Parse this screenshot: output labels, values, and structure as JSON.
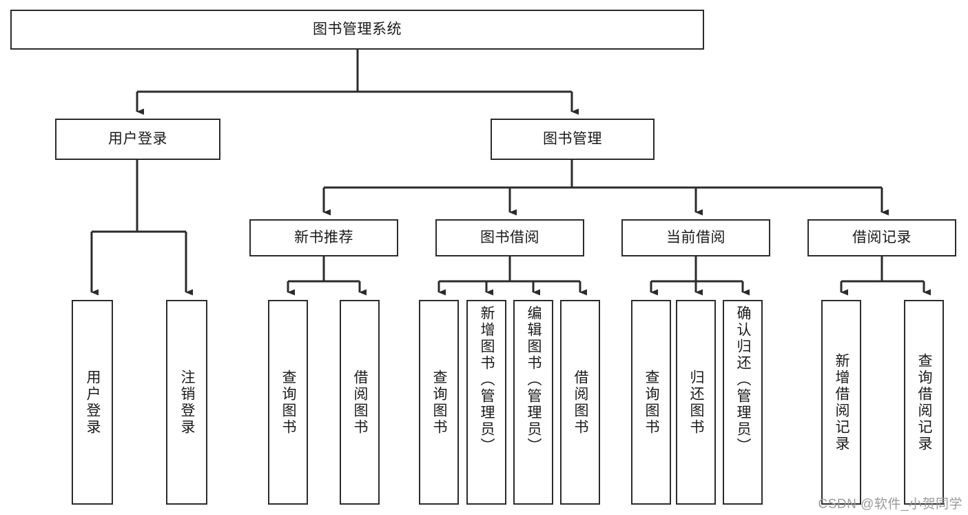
{
  "diagram": {
    "type": "tree-hierarchy",
    "title": "图书管理系统",
    "watermark": "CSDN @软件_小贺同学",
    "colors": {
      "box_border": "#2b2b2b",
      "box_fill": "#ffffff",
      "connector": "#2b2b2b",
      "text": "#1a1a1a",
      "watermark": "#9a9a9a"
    },
    "root": {
      "id": "root",
      "label": "图书管理系统",
      "orientation": "horizontal"
    },
    "level1": [
      {
        "id": "user-login",
        "label": "用户登录",
        "orientation": "horizontal"
      },
      {
        "id": "book-management",
        "label": "图书管理",
        "orientation": "horizontal"
      }
    ],
    "level2": [
      {
        "id": "new-book-recommend",
        "label": "新书推荐",
        "orientation": "horizontal",
        "parent": "book-management"
      },
      {
        "id": "book-borrow",
        "label": "图书借阅",
        "orientation": "horizontal",
        "parent": "book-management"
      },
      {
        "id": "current-borrow",
        "label": "当前借阅",
        "orientation": "horizontal",
        "parent": "book-management"
      },
      {
        "id": "borrow-record",
        "label": "借阅记录",
        "orientation": "horizontal",
        "parent": "book-management"
      }
    ],
    "leaves": [
      {
        "id": "leaf-user-login",
        "label": "用户登录",
        "orientation": "vertical",
        "parent": "user-login"
      },
      {
        "id": "leaf-logout-login",
        "label": "注销登录",
        "orientation": "vertical",
        "parent": "user-login"
      },
      {
        "id": "leaf-query-book-1",
        "label": "查询图书",
        "orientation": "vertical",
        "parent": "new-book-recommend"
      },
      {
        "id": "leaf-borrow-book-1",
        "label": "借阅图书",
        "orientation": "vertical",
        "parent": "new-book-recommend"
      },
      {
        "id": "leaf-query-book-2",
        "label": "查询图书",
        "orientation": "vertical",
        "parent": "book-borrow"
      },
      {
        "id": "leaf-add-book",
        "label": "新增图书（管理员）",
        "orientation": "vertical",
        "parent": "book-borrow"
      },
      {
        "id": "leaf-edit-book",
        "label": "编辑图书（管理员）",
        "orientation": "vertical",
        "parent": "book-borrow"
      },
      {
        "id": "leaf-borrow-book-2",
        "label": "借阅图书",
        "orientation": "vertical",
        "parent": "book-borrow"
      },
      {
        "id": "leaf-query-book-3",
        "label": "查询图书",
        "orientation": "vertical",
        "parent": "current-borrow"
      },
      {
        "id": "leaf-return-book",
        "label": "归还图书",
        "orientation": "vertical",
        "parent": "current-borrow"
      },
      {
        "id": "leaf-confirm-return",
        "label": "确认归还（管理员）",
        "orientation": "vertical",
        "parent": "current-borrow"
      },
      {
        "id": "leaf-add-record",
        "label": "新增借阅记录",
        "orientation": "vertical",
        "parent": "borrow-record"
      },
      {
        "id": "leaf-query-record",
        "label": "查询借阅记录",
        "orientation": "vertical",
        "parent": "borrow-record"
      }
    ]
  }
}
